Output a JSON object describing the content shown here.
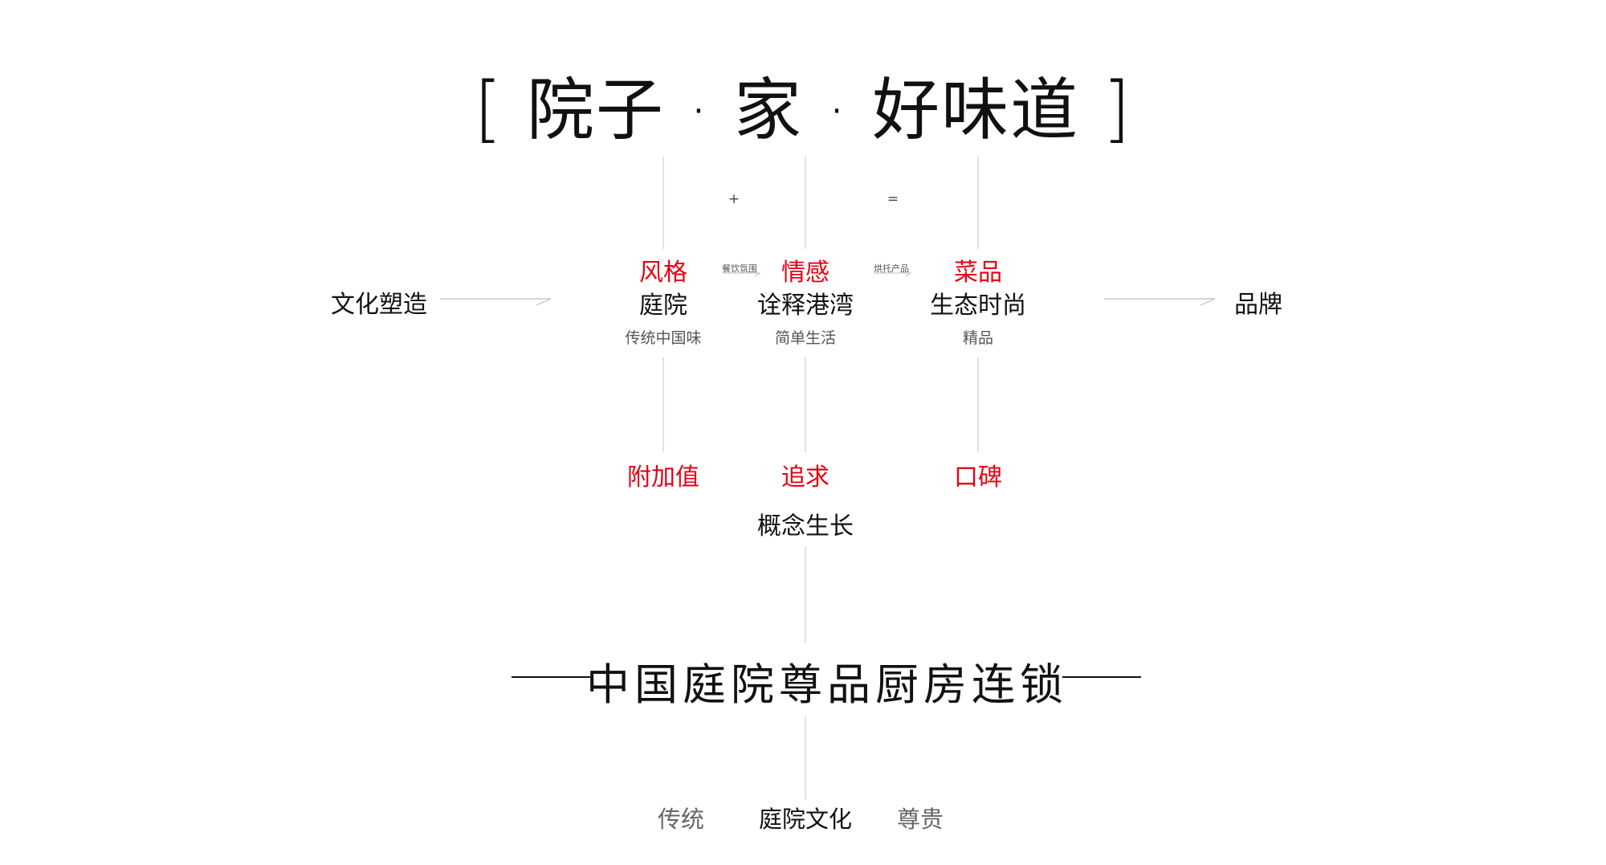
{
  "title": {
    "bracket_open": "[",
    "text": "院子 · 家 · 好味道",
    "bracket_close": "]"
  },
  "operators": {
    "plus": "+",
    "equals": "="
  },
  "flow_labels": {
    "first": "餐饮氛围",
    "second": "烘托产品"
  },
  "left_side": "文化塑造",
  "right_side": "品牌",
  "columns": [
    {
      "red": "风格",
      "main": "庭院",
      "sub": "传统中国味",
      "bottom_red": "附加值"
    },
    {
      "red": "情感",
      "main": "诠释港湾",
      "sub": "简单生活",
      "bottom_red": "追求"
    },
    {
      "red": "菜品",
      "main": "生态时尚",
      "sub": "精品",
      "bottom_red": "口碑"
    }
  ],
  "growth": "概念生长",
  "slogan": "中国庭院尊品厨房连锁",
  "bottom_items": {
    "left": "传统",
    "center": "庭院文化",
    "right": "尊贵"
  },
  "colors": {
    "accent": "#e60012",
    "text": "#111111",
    "line": "#c9c9c9"
  }
}
